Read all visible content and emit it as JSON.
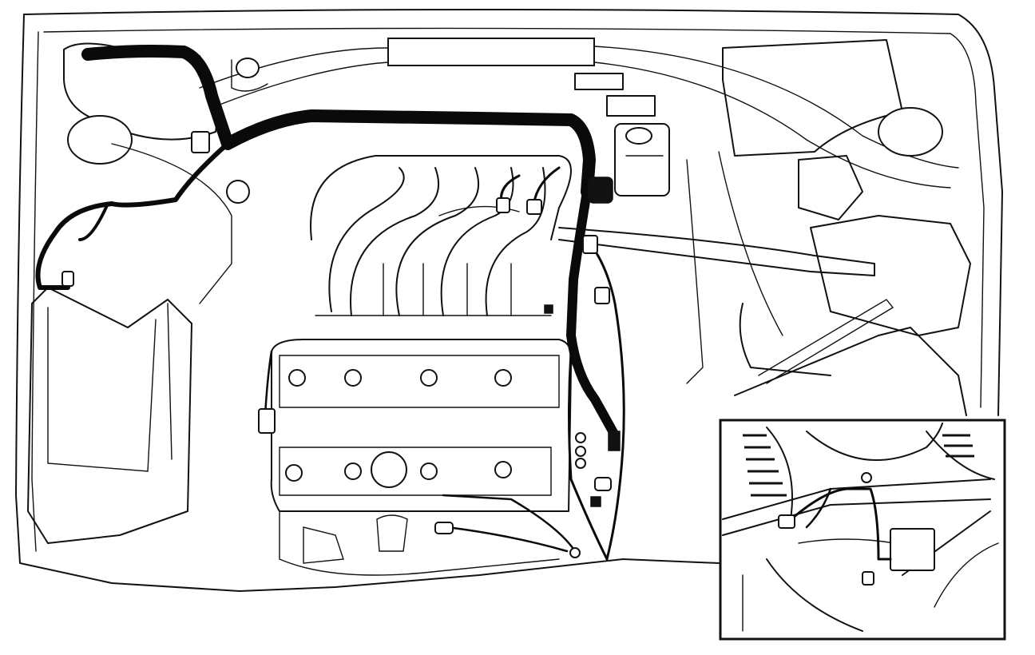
{
  "diagram": {
    "type": "line-drawing",
    "subject": "engine-compartment-wiring-harness",
    "inset": "interior-dashboard-module-location",
    "colors": {
      "line": "#111111",
      "background": "#ffffff"
    },
    "labels": []
  }
}
